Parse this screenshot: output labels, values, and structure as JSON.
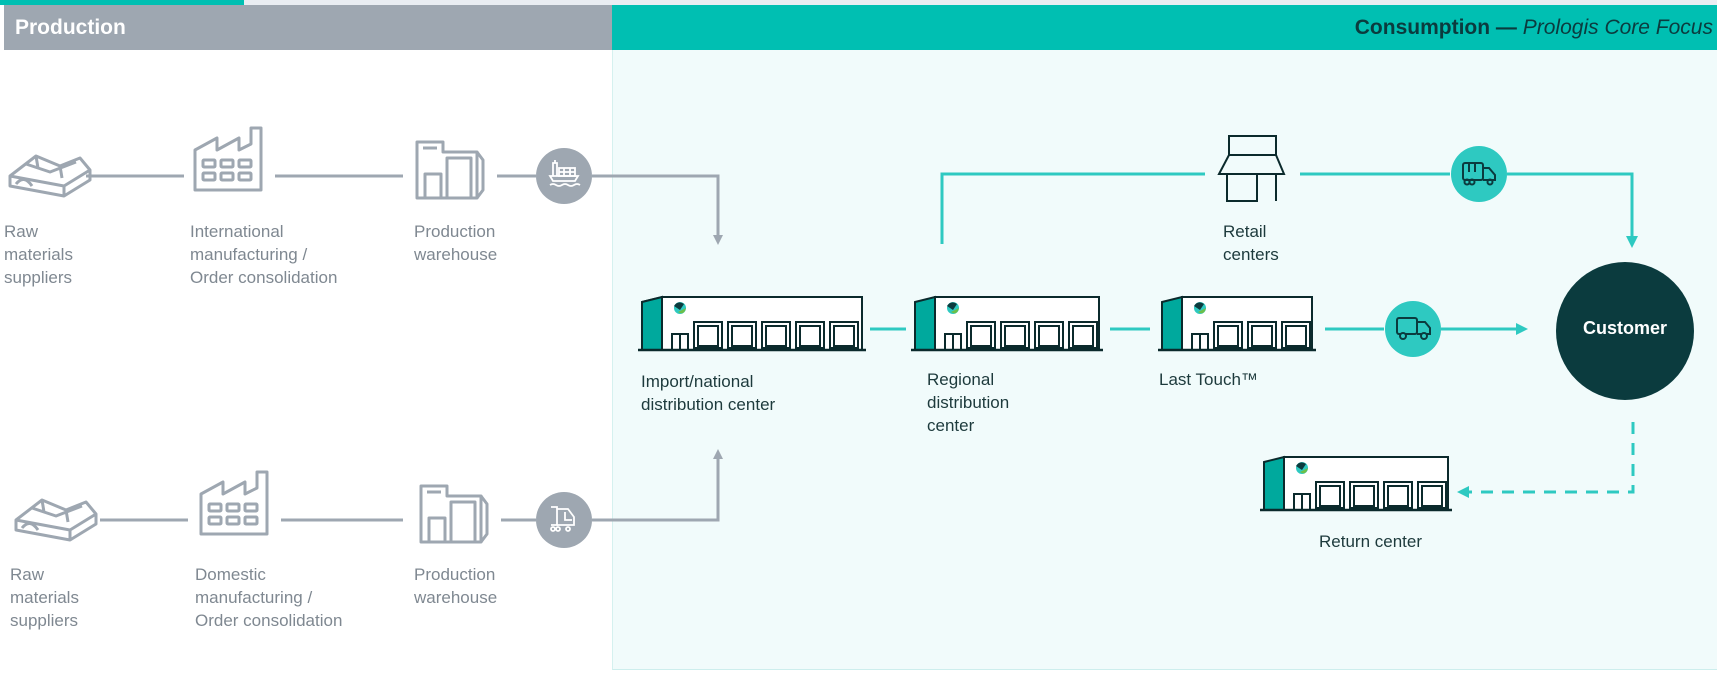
{
  "header": {
    "production_label": "Production",
    "consumption_label": "Consumption",
    "consumption_separator": " — ",
    "consumption_focus": "Prologis Core Focus"
  },
  "colors": {
    "production_gray": "#9ea7b1",
    "consumption_teal": "#00bfb2",
    "customer_dark": "#0b3b3e",
    "consumption_bg": "#f1fbfb",
    "line_teal": "#2ec9c1",
    "line_gray": "#9ea7b1"
  },
  "production": {
    "international_row": {
      "nodes": [
        {
          "label_lines": [
            "Raw",
            "materials",
            "suppliers"
          ],
          "icon": "raw-materials-warehouse-icon"
        },
        {
          "label_lines": [
            "International",
            "manufacturing /",
            "Order consolidation"
          ],
          "icon": "factory-icon"
        },
        {
          "label_lines": [
            "Production",
            "warehouse"
          ],
          "icon": "production-warehouse-icon"
        }
      ],
      "transport_icon": "cargo-ship-icon"
    },
    "domestic_row": {
      "nodes": [
        {
          "label_lines": [
            "Raw",
            "materials",
            "suppliers"
          ],
          "icon": "raw-materials-warehouse-icon"
        },
        {
          "label_lines": [
            "Domestic",
            "manufacturing /",
            "Order consolidation"
          ],
          "icon": "factory-icon"
        },
        {
          "label_lines": [
            "Production",
            "warehouse"
          ],
          "icon": "production-warehouse-icon"
        }
      ],
      "transport_icon": "semi-truck-icon"
    }
  },
  "consumption": {
    "nodes": {
      "import_dc": {
        "label_lines": [
          "Import/national",
          "distribution center"
        ],
        "icon": "distribution-center-icon"
      },
      "regional_dc": {
        "label_lines": [
          "Regional",
          "distribution",
          "center"
        ],
        "icon": "distribution-center-icon"
      },
      "last_touch": {
        "label_lines": [
          "Last Touch™"
        ],
        "icon": "distribution-center-icon"
      },
      "retail": {
        "label_lines": [
          "Retail",
          "centers"
        ],
        "icon": "storefront-icon"
      },
      "customer": {
        "label": "Customer"
      },
      "return_center": {
        "label_lines": [
          "Return center"
        ],
        "icon": "distribution-center-icon"
      }
    },
    "transport_icons": {
      "retail_to_customer": "box-truck-icon",
      "last_touch_to_customer": "delivery-truck-icon"
    },
    "flows": [
      {
        "from": "Production warehouse (international)",
        "to": "Import/national distribution center",
        "style": "solid",
        "color": "gray"
      },
      {
        "from": "Production warehouse (domestic)",
        "to": "Import/national distribution center",
        "style": "solid",
        "color": "gray"
      },
      {
        "from": "Import/national distribution center",
        "to": "Regional distribution center",
        "style": "solid",
        "color": "teal"
      },
      {
        "from": "Regional distribution center",
        "to": "Last Touch™",
        "style": "solid",
        "color": "teal"
      },
      {
        "from": "Regional distribution center",
        "to": "Retail centers",
        "style": "solid",
        "color": "teal"
      },
      {
        "from": "Retail centers",
        "to": "Customer",
        "style": "solid",
        "color": "teal"
      },
      {
        "from": "Last Touch™",
        "to": "Customer",
        "style": "solid",
        "color": "teal"
      },
      {
        "from": "Customer",
        "to": "Return center",
        "style": "dashed",
        "color": "teal"
      }
    ]
  }
}
